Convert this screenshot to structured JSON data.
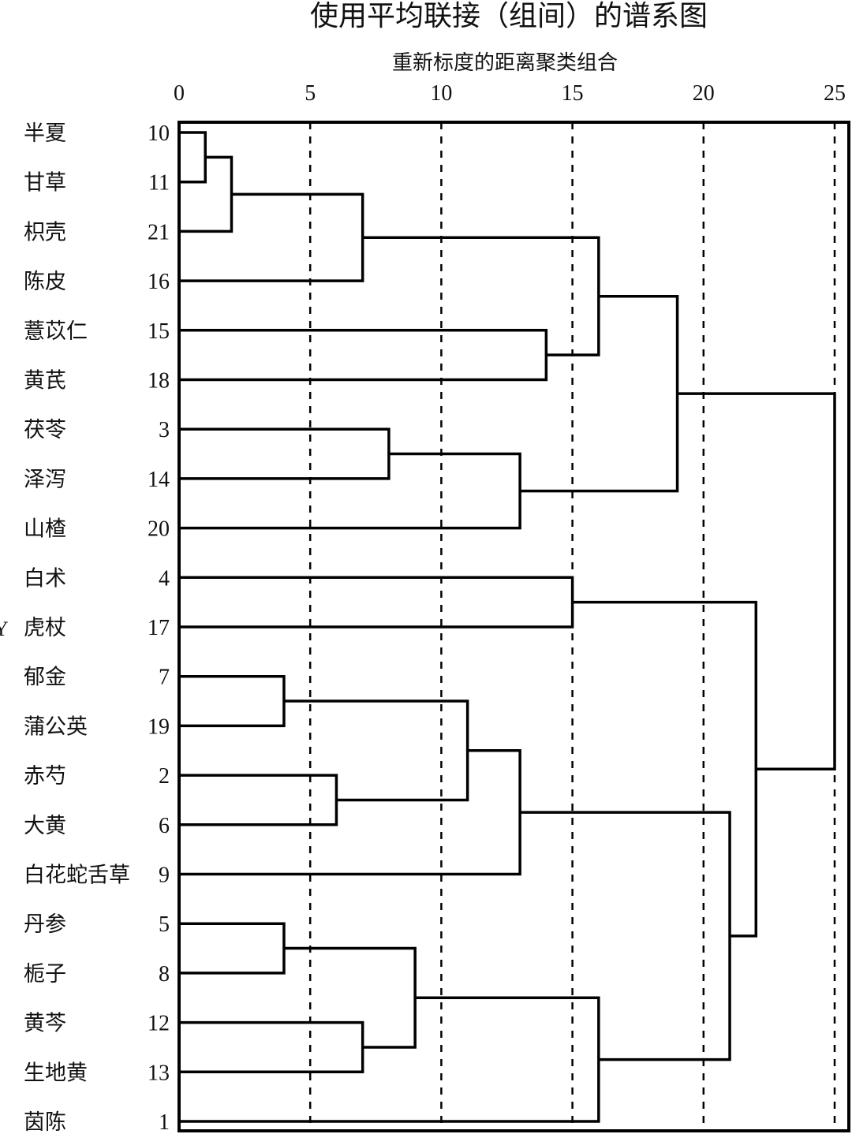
{
  "chart_data": {
    "type": "dendrogram",
    "title": "使用平均联接（组间）的谱系图",
    "xlabel": "重新标度的距离聚类组合",
    "ylabel": "Y",
    "xlim": [
      0,
      25
    ],
    "xticks": [
      0,
      5,
      10,
      15,
      20,
      25
    ],
    "grid": "dashed vertical lines at 5, 10, 15, 20, 25",
    "leaves": [
      {
        "label": "半夏",
        "id": "10"
      },
      {
        "label": "甘草",
        "id": "11"
      },
      {
        "label": "枳壳",
        "id": "21"
      },
      {
        "label": "陈皮",
        "id": "16"
      },
      {
        "label": "薏苡仁",
        "id": "15"
      },
      {
        "label": "黄芪",
        "id": "18"
      },
      {
        "label": "茯苓",
        "id": "3"
      },
      {
        "label": "泽泻",
        "id": "14"
      },
      {
        "label": "山楂",
        "id": "20"
      },
      {
        "label": "白术",
        "id": "4"
      },
      {
        "label": "虎杖",
        "id": "17"
      },
      {
        "label": "郁金",
        "id": "7"
      },
      {
        "label": "蒲公英",
        "id": "19"
      },
      {
        "label": "赤芍",
        "id": "2"
      },
      {
        "label": "大黄",
        "id": "6"
      },
      {
        "label": "白花蛇舌草",
        "id": "9"
      },
      {
        "label": "丹参",
        "id": "5"
      },
      {
        "label": "栀子",
        "id": "8"
      },
      {
        "label": "黄芩",
        "id": "12"
      },
      {
        "label": "生地黄",
        "id": "13"
      },
      {
        "label": "茵陈",
        "id": "1"
      }
    ],
    "merges": [
      {
        "id": "A",
        "a": 0,
        "b": 1,
        "distance": 1
      },
      {
        "id": "B",
        "a": "A",
        "b": 2,
        "distance": 2
      },
      {
        "id": "C",
        "a": "B",
        "b": 3,
        "distance": 7
      },
      {
        "id": "D",
        "a": 4,
        "b": 5,
        "distance": 14
      },
      {
        "id": "E",
        "a": "C",
        "b": "D",
        "distance": 16
      },
      {
        "id": "F",
        "a": 6,
        "b": 7,
        "distance": 8
      },
      {
        "id": "G",
        "a": "F",
        "b": 8,
        "distance": 13
      },
      {
        "id": "H",
        "a": "E",
        "b": "G",
        "distance": 19
      },
      {
        "id": "I",
        "a": 9,
        "b": 10,
        "distance": 15
      },
      {
        "id": "J",
        "a": 11,
        "b": 12,
        "distance": 4
      },
      {
        "id": "K",
        "a": 13,
        "b": 14,
        "distance": 6
      },
      {
        "id": "L",
        "a": "J",
        "b": "K",
        "distance": 11
      },
      {
        "id": "M",
        "a": "L",
        "b": 15,
        "distance": 13
      },
      {
        "id": "N",
        "a": 16,
        "b": 17,
        "distance": 4
      },
      {
        "id": "O",
        "a": 18,
        "b": 19,
        "distance": 7
      },
      {
        "id": "P",
        "a": "N",
        "b": "O",
        "distance": 9
      },
      {
        "id": "Q",
        "a": "P",
        "b": 20,
        "distance": 16
      },
      {
        "id": "R",
        "a": "M",
        "b": "Q",
        "distance": 21
      },
      {
        "id": "S",
        "a": "I",
        "b": "R",
        "distance": 22
      },
      {
        "id": "T",
        "a": "H",
        "b": "S",
        "distance": 25
      }
    ]
  }
}
